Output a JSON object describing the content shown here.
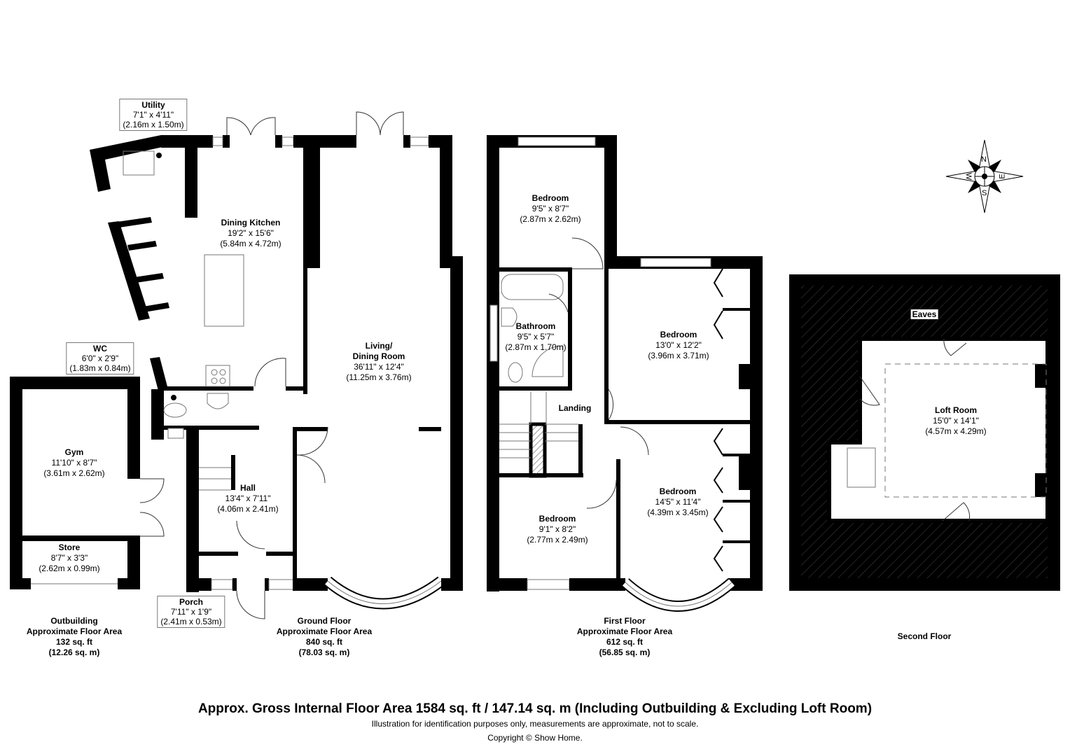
{
  "rooms": {
    "utility": {
      "name": "Utility",
      "imperial": "7'1\" x 4'11\"",
      "metric": "(2.16m x 1.50m)"
    },
    "dining_kitchen": {
      "name": "Dining Kitchen",
      "imperial": "19'2\" x 15'6\"",
      "metric": "(5.84m x 4.72m)"
    },
    "living": {
      "name_line1": "Living/",
      "name_line2": "Dining Room",
      "imperial": "36'11\" x 12'4\"",
      "metric": "(11.25m x 3.76m)"
    },
    "wc": {
      "name": "WC",
      "imperial": "6'0\" x 2'9\"",
      "metric": "(1.83m x 0.84m)"
    },
    "gym": {
      "name": "Gym",
      "imperial": "11'10\" x 8'7\"",
      "metric": "(3.61m x 2.62m)"
    },
    "store": {
      "name": "Store",
      "imperial": "8'7\" x 3'3\"",
      "metric": "(2.62m x 0.99m)"
    },
    "hall": {
      "name": "Hall",
      "imperial": "13'4\" x 7'11\"",
      "metric": "(4.06m x 2.41m)"
    },
    "porch": {
      "name": "Porch",
      "imperial": "7'11\" x 1'9\"",
      "metric": "(2.41m x 0.53m)"
    },
    "bedroom_rear_left": {
      "name": "Bedroom",
      "imperial": "9'5\" x 8'7\"",
      "metric": "(2.87m x 2.62m)"
    },
    "bathroom": {
      "name": "Bathroom",
      "imperial": "9'5\" x 5'7\"",
      "metric": "(2.87m x 1.70m)"
    },
    "bedroom_rear_right": {
      "name": "Bedroom",
      "imperial": "13'0\" x 12'2\"",
      "metric": "(3.96m x 3.71m)"
    },
    "landing": {
      "name": "Landing"
    },
    "bedroom_front_left": {
      "name": "Bedroom",
      "imperial": "9'1\" x 8'2\"",
      "metric": "(2.77m x 2.49m)"
    },
    "bedroom_front_right": {
      "name": "Bedroom",
      "imperial": "14'5\" x 11'4\"",
      "metric": "(4.39m x 3.45m)"
    },
    "loft_room": {
      "name": "Loft Room",
      "imperial": "15'0\" x 14'1\"",
      "metric": "(4.57m x 4.29m)"
    },
    "eaves": {
      "name": "Eaves"
    }
  },
  "floors": {
    "outbuilding": {
      "title": "Outbuilding",
      "subtitle": "Approximate Floor Area",
      "sqft": "132 sq. ft",
      "sqm": "(12.26 sq. m)"
    },
    "ground": {
      "title": "Ground Floor",
      "subtitle": "Approximate Floor Area",
      "sqft": "840 sq. ft",
      "sqm": "(78.03 sq. m)"
    },
    "first": {
      "title": "First Floor",
      "subtitle": "Approximate Floor Area",
      "sqft": "612 sq. ft",
      "sqm": "(56.85 sq. m)"
    },
    "second": {
      "title": "Second Floor"
    }
  },
  "compass": {
    "n": "N",
    "s": "S",
    "e": "E",
    "w": "W"
  },
  "footer": {
    "gross_area": "Approx. Gross Internal Floor Area 1584 sq. ft / 147.14 sq. m (Including Outbuilding & Excluding Loft Room)",
    "disclaimer": "Illustration for identification purposes only, measurements are approximate, not to scale.",
    "copyright": "Copyright © Show Home."
  },
  "colors": {
    "wall": "#000000",
    "background": "#ffffff",
    "fixture": "#777777"
  }
}
